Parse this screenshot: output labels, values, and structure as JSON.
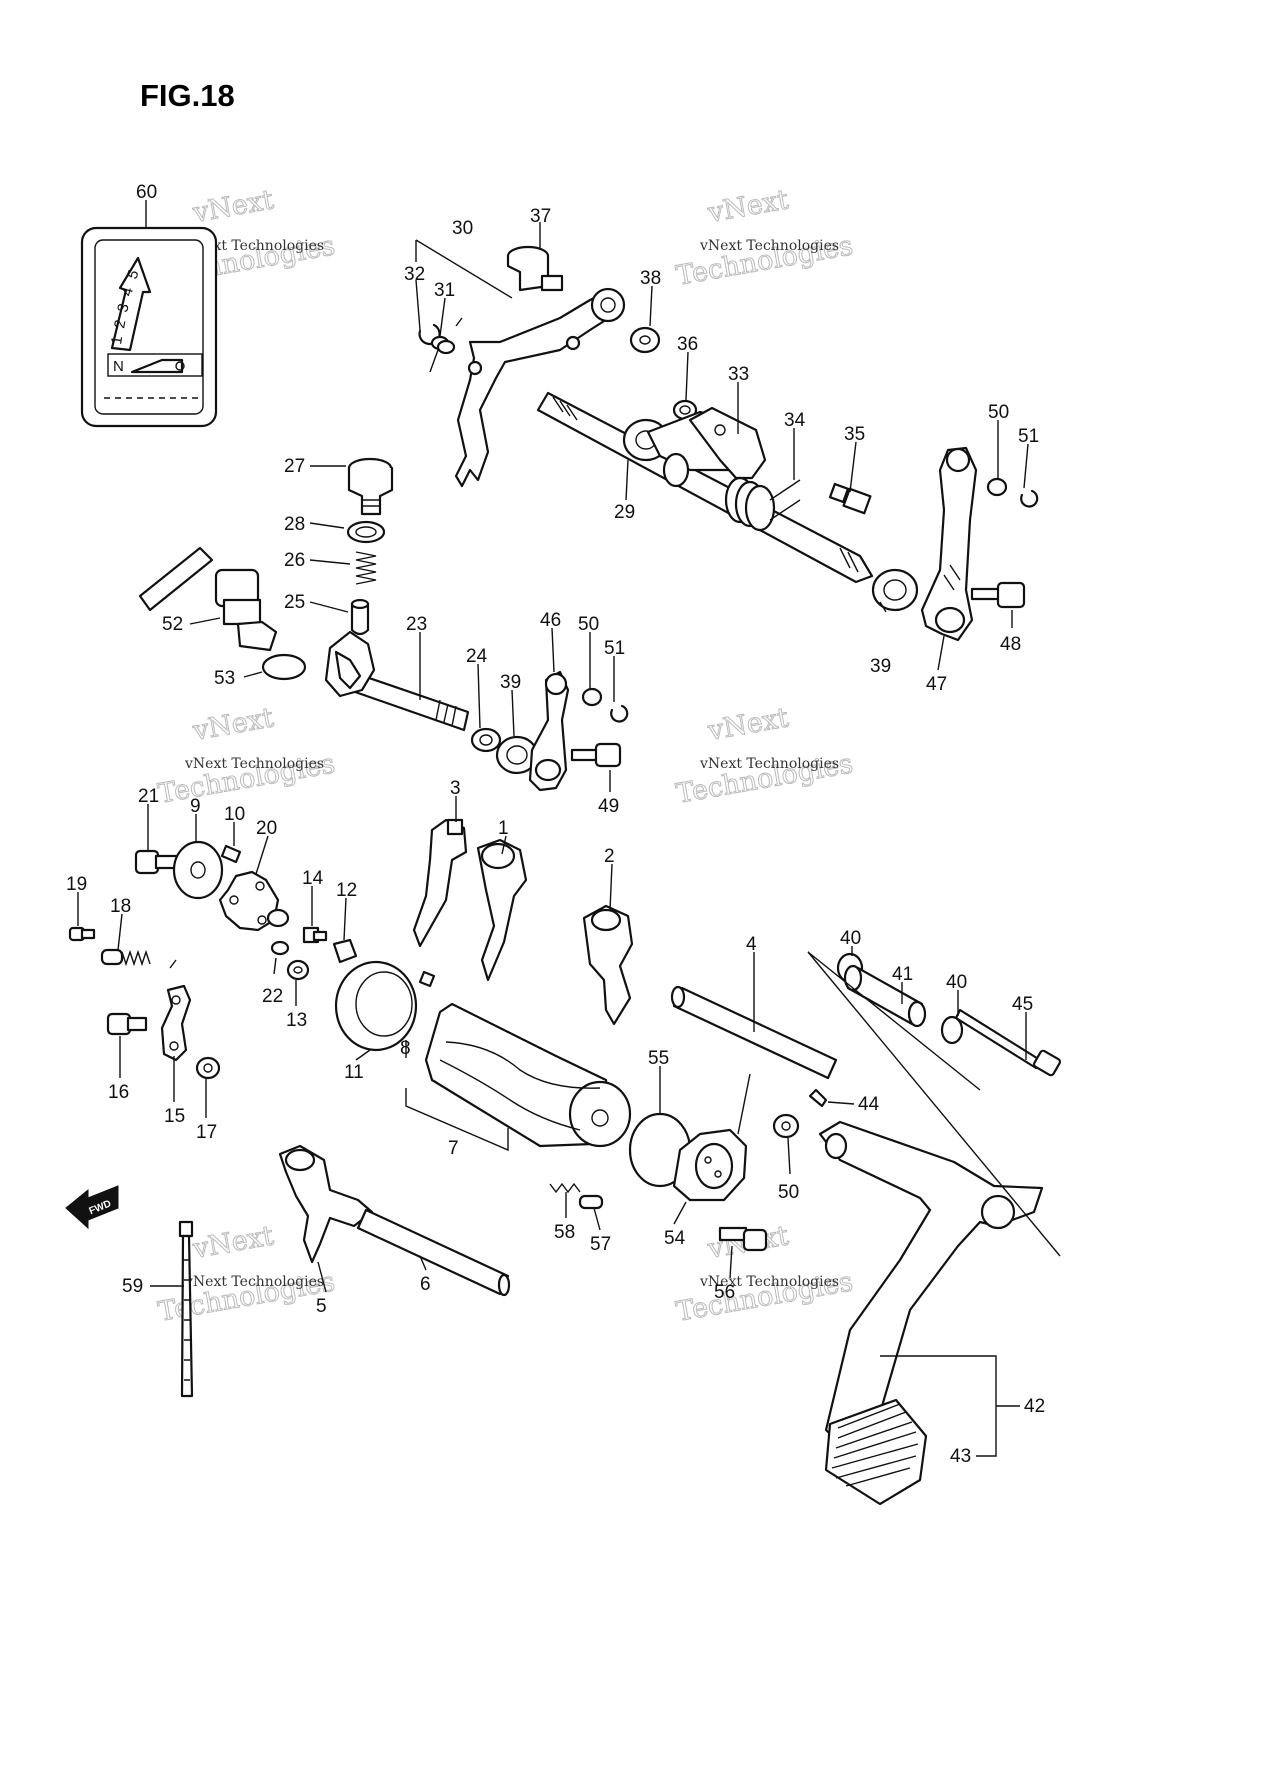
{
  "figure_title": "FIG.18",
  "watermark": {
    "line": "vNext Technologies",
    "stamp_top": "vNext",
    "stamp_bottom": "Technologies"
  },
  "indicator_plate": {
    "gears": [
      "5",
      "4",
      "3",
      "2",
      "1"
    ],
    "neutral": "N"
  },
  "fwd_label": "FWD",
  "callouts": {
    "c1": "1",
    "c2": "2",
    "c3": "3",
    "c4": "4",
    "c5": "5",
    "c6": "6",
    "c7": "7",
    "c8": "8",
    "c9": "9",
    "c10": "10",
    "c11": "11",
    "c12": "12",
    "c13": "13",
    "c14": "14",
    "c15": "15",
    "c16": "16",
    "c17": "17",
    "c18": "18",
    "c19": "19",
    "c20": "20",
    "c21": "21",
    "c22": "22",
    "c23": "23",
    "c24": "24",
    "c25": "25",
    "c26": "26",
    "c27": "27",
    "c28": "28",
    "c29": "29",
    "c30": "30",
    "c31": "31",
    "c32": "32",
    "c33": "33",
    "c34": "34",
    "c35": "35",
    "c36": "36",
    "c37": "37",
    "c38": "38",
    "c39": "39",
    "c40": "40",
    "c41": "41",
    "c42": "42",
    "c43": "43",
    "c44": "44",
    "c45": "45",
    "c46": "46",
    "c47": "47",
    "c48": "48",
    "c49": "49",
    "c50": "50",
    "c51": "51",
    "c52": "52",
    "c53": "53",
    "c54": "54",
    "c55": "55",
    "c56": "56",
    "c57": "57",
    "c58": "58",
    "c59": "59",
    "c60": "60"
  }
}
